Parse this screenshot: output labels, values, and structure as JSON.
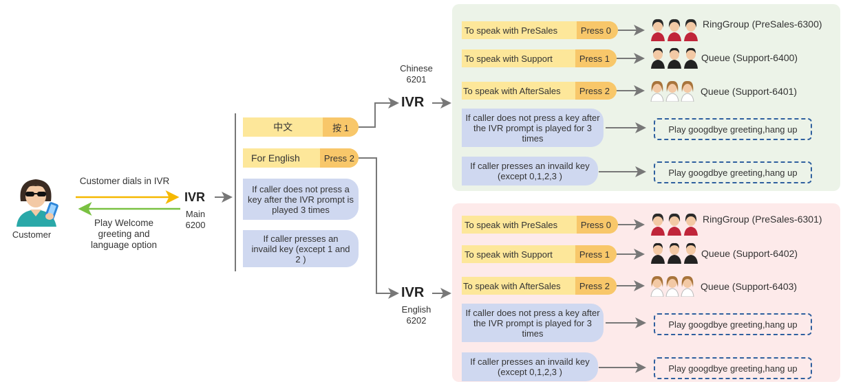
{
  "customer": {
    "label": "Customer",
    "dials_text": "Customer dials in IVR",
    "welcome_text": "Play Welcome greeting and language option"
  },
  "main_ivr": {
    "title": "IVR",
    "subtitle": "Main",
    "ext": "6200"
  },
  "main_options": {
    "chinese": {
      "label": "中文",
      "press": "按 1"
    },
    "english": {
      "label": "For English",
      "press": "Press 2"
    },
    "no_press": "If caller does not press a key after the IVR prompt is played 3 times",
    "invalid": "If caller presses an invaild key (except 1 and 2 )"
  },
  "chinese_ivr": {
    "title": "IVR",
    "lang": "Chinese",
    "ext": "6201"
  },
  "english_ivr": {
    "title": "IVR",
    "lang": "English",
    "ext": "6202"
  },
  "chinese_menu": {
    "presales": {
      "label": "To speak with PreSales",
      "press": "Press 0",
      "dest": "RingGroup (PreSales-6300)"
    },
    "support": {
      "label": "To speak with Support",
      "press": "Press 1",
      "dest": "Queue (Support-6400)"
    },
    "aftersales": {
      "label": "To speak with AfterSales",
      "press": "Press 2",
      "dest": "Queue (Support-6401)"
    },
    "no_press": "If caller does not press a key after the IVR prompt is played for 3 times",
    "no_press_dest": "Play googdbye greeting,hang up",
    "invalid": "If caller presses an invaild key (except 0,1,2,3 )",
    "invalid_dest": "Play googdbye greeting,hang up"
  },
  "english_menu": {
    "presales": {
      "label": "To speak with PreSales",
      "press": "Press 0",
      "dest": "RingGroup (PreSales-6301)"
    },
    "support": {
      "label": "To speak with Support",
      "press": "Press 1",
      "dest": "Queue (Support-6402)"
    },
    "aftersales": {
      "label": "To speak with AfterSales",
      "press": "Press 2",
      "dest": "Queue (Support-6403)"
    },
    "no_press": "If caller does not press a key after the IVR prompt is played for 3 times",
    "no_press_dest": "Play googdbye greeting,hang up",
    "invalid": "If caller presses an invaild key (except 0,1,2,3 )",
    "invalid_dest": "Play googdbye greeting,hang up"
  },
  "colors": {
    "chinese_panel": "#ecf3e8",
    "english_panel": "#fdeaea",
    "arrow_yellow": "#f5b800",
    "arrow_green": "#7ac142",
    "arrow_gray": "#777777",
    "option_yellow": "#fde79a",
    "option_blue": "#cfd8f0",
    "dashed_border": "#2e5f9e"
  }
}
